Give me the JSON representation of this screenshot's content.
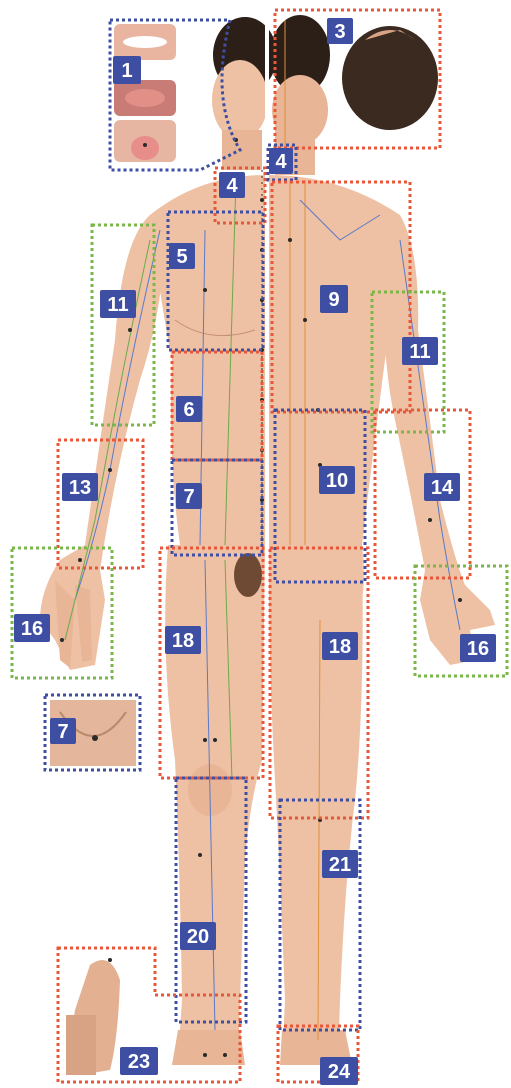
{
  "colors": {
    "blue_box": "#3e4fa3",
    "red_box": "#e8573a",
    "green_box": "#7ab648",
    "label_bg": "#3e4fa3",
    "label_text": "#ffffff",
    "meridian_blue": "#5a7ac8",
    "meridian_orange": "#e0903a",
    "meridian_green": "#6da94a",
    "point": "#2a2a2a"
  },
  "labels": {
    "l1": "1",
    "l3": "3",
    "l4a": "4",
    "l4b": "4",
    "l5": "5",
    "l6": "6",
    "l7a": "7",
    "l7b": "7",
    "l9": "9",
    "l10": "10",
    "l11a": "11",
    "l11b": "11",
    "l13": "13",
    "l14": "14",
    "l16a": "16",
    "l16b": "16",
    "l18a": "18",
    "l18b": "18",
    "l20": "20",
    "l21": "21",
    "l23": "23",
    "l24": "24"
  }
}
